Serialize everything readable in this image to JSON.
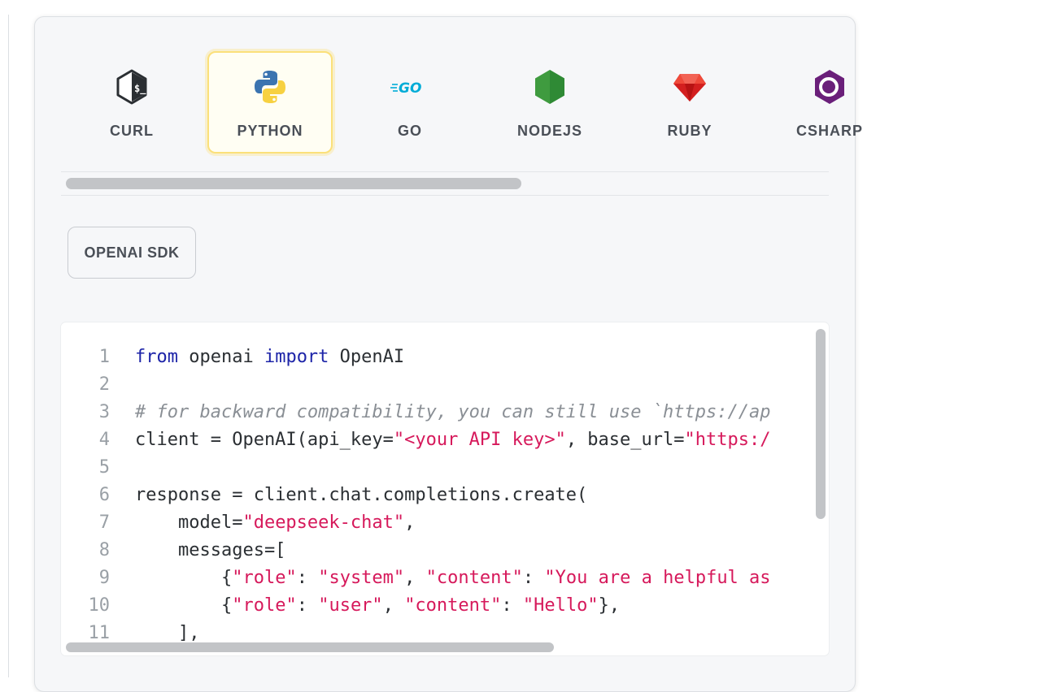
{
  "tabs": [
    {
      "label": "CURL",
      "icon": "bash-terminal-icon",
      "active": false
    },
    {
      "label": "PYTHON",
      "icon": "python-icon",
      "active": true
    },
    {
      "label": "GO",
      "icon": "go-gopher-icon",
      "active": false
    },
    {
      "label": "NODEJS",
      "icon": "nodejs-hexagon-icon",
      "active": false
    },
    {
      "label": "RUBY",
      "icon": "ruby-gem-icon",
      "active": false
    },
    {
      "label": "CSHARP",
      "icon": "csharp-icon",
      "active": false
    }
  ],
  "sdk": {
    "label": "OPENAI SDK"
  },
  "code": {
    "line_numbers": [
      "1",
      "2",
      "3",
      "4",
      "5",
      "6",
      "7",
      "8",
      "9",
      "10",
      "11"
    ],
    "lines": [
      [
        {
          "t": "kw",
          "v": "from"
        },
        {
          "t": "",
          "v": " openai "
        },
        {
          "t": "kw",
          "v": "import"
        },
        {
          "t": "",
          "v": " OpenAI"
        }
      ],
      [],
      [
        {
          "t": "cm",
          "v": "# for backward compatibility, you can still use `https://ap"
        }
      ],
      [
        {
          "t": "",
          "v": "client = OpenAI(api_key="
        },
        {
          "t": "st",
          "v": "\"<your API key>\""
        },
        {
          "t": "",
          "v": ", base_url="
        },
        {
          "t": "st",
          "v": "\"https:/"
        }
      ],
      [],
      [
        {
          "t": "",
          "v": "response = client.chat.completions.create("
        }
      ],
      [
        {
          "t": "",
          "v": "    model="
        },
        {
          "t": "st",
          "v": "\"deepseek-chat\""
        },
        {
          "t": "",
          "v": ","
        }
      ],
      [
        {
          "t": "",
          "v": "    messages=["
        }
      ],
      [
        {
          "t": "",
          "v": "        {"
        },
        {
          "t": "st",
          "v": "\"role\""
        },
        {
          "t": "",
          "v": ": "
        },
        {
          "t": "st",
          "v": "\"system\""
        },
        {
          "t": "",
          "v": ", "
        },
        {
          "t": "st",
          "v": "\"content\""
        },
        {
          "t": "",
          "v": ": "
        },
        {
          "t": "st",
          "v": "\"You are a helpful as"
        }
      ],
      [
        {
          "t": "",
          "v": "        {"
        },
        {
          "t": "st",
          "v": "\"role\""
        },
        {
          "t": "",
          "v": ": "
        },
        {
          "t": "st",
          "v": "\"user\""
        },
        {
          "t": "",
          "v": ", "
        },
        {
          "t": "st",
          "v": "\"content\""
        },
        {
          "t": "",
          "v": ": "
        },
        {
          "t": "st",
          "v": "\"Hello\""
        },
        {
          "t": "",
          "v": "},"
        }
      ],
      [
        {
          "t": "",
          "v": "    ],"
        }
      ]
    ]
  },
  "colors": {
    "keyword": "#1d24a8",
    "comment": "#8a8f95",
    "string": "#d6195b",
    "active_tab_border": "#fbe07a"
  }
}
